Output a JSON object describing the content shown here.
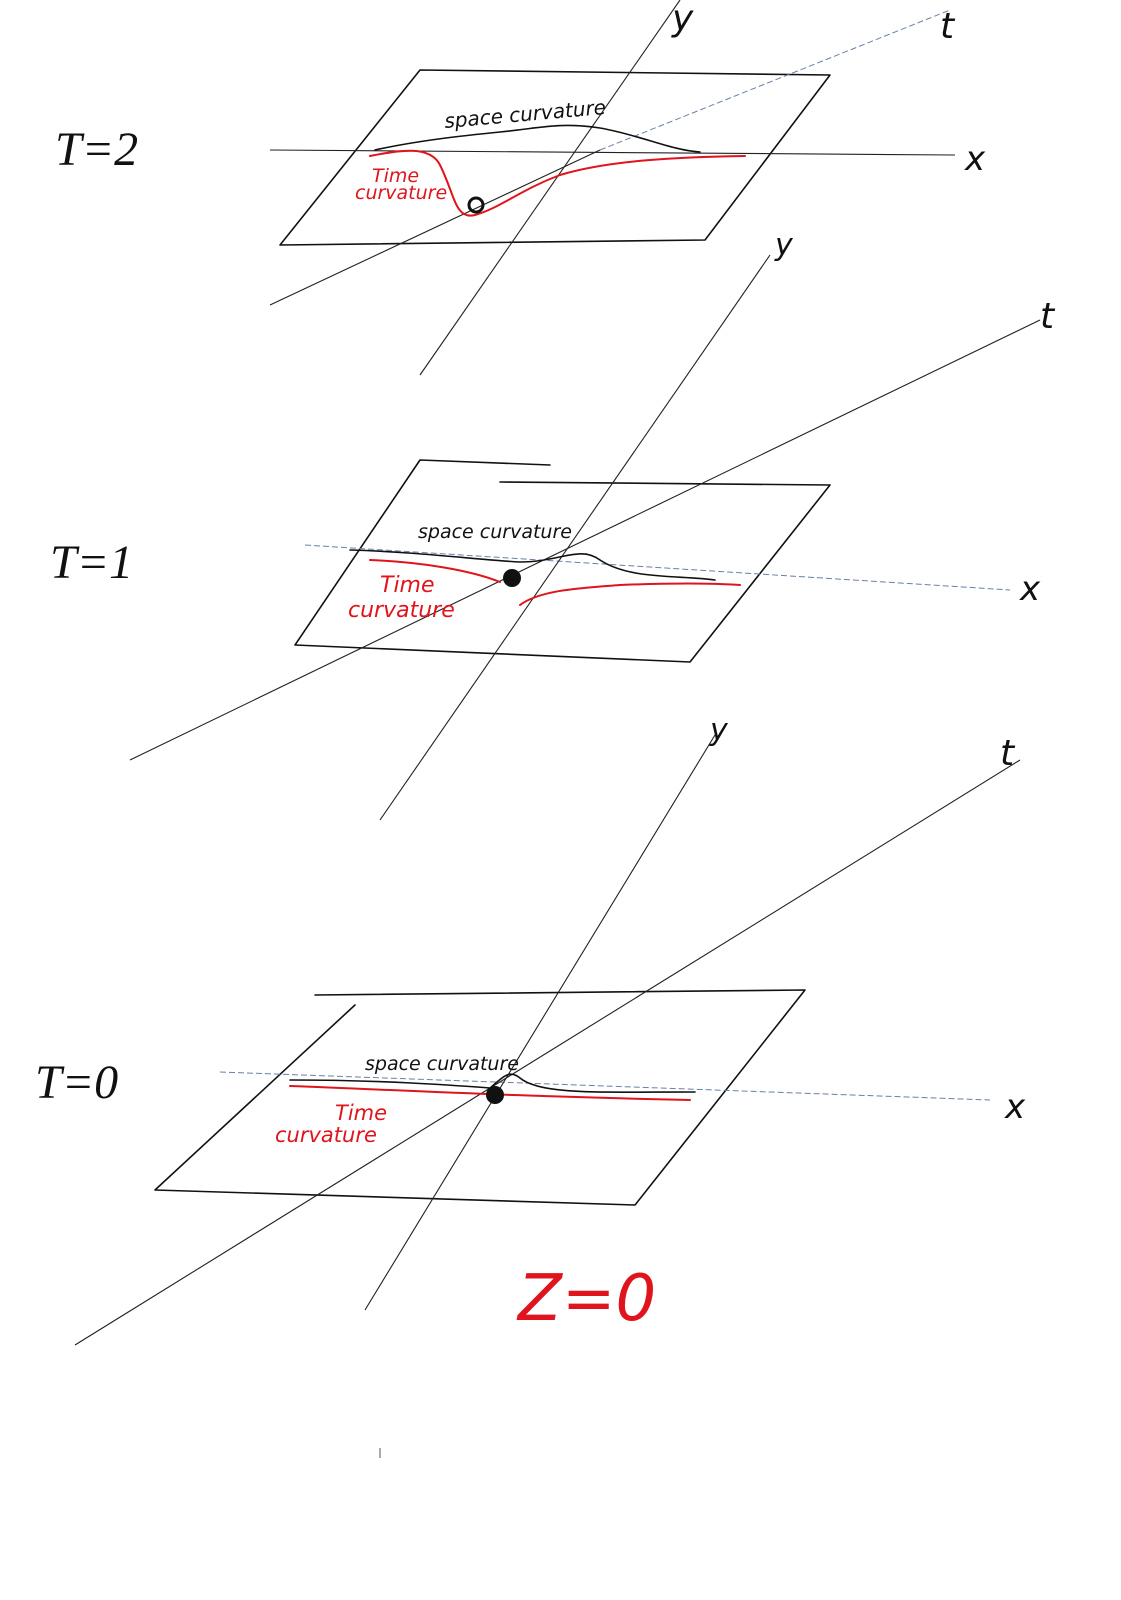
{
  "colors": {
    "ink": "#111111",
    "red": "#e0141c",
    "axis_faint": "#6a7fa8"
  },
  "slices": [
    {
      "label": "T=2",
      "space_label": "space curvature",
      "time_label_1": "Time",
      "time_label_2": "curvature",
      "axes": {
        "x": "x",
        "y": "y",
        "t": "t"
      }
    },
    {
      "label": "T=1",
      "space_label": "space curvature",
      "time_label_1": "Time",
      "time_label_2": "curvature",
      "axes": {
        "x": "x",
        "y": "y",
        "t": "t"
      }
    },
    {
      "label": "T=0",
      "space_label": "space curvature",
      "time_label_1": "Time",
      "time_label_2": "curvature",
      "axes": {
        "x": "x",
        "y": "y",
        "t": "t"
      }
    }
  ],
  "footer_label": "Z=0"
}
